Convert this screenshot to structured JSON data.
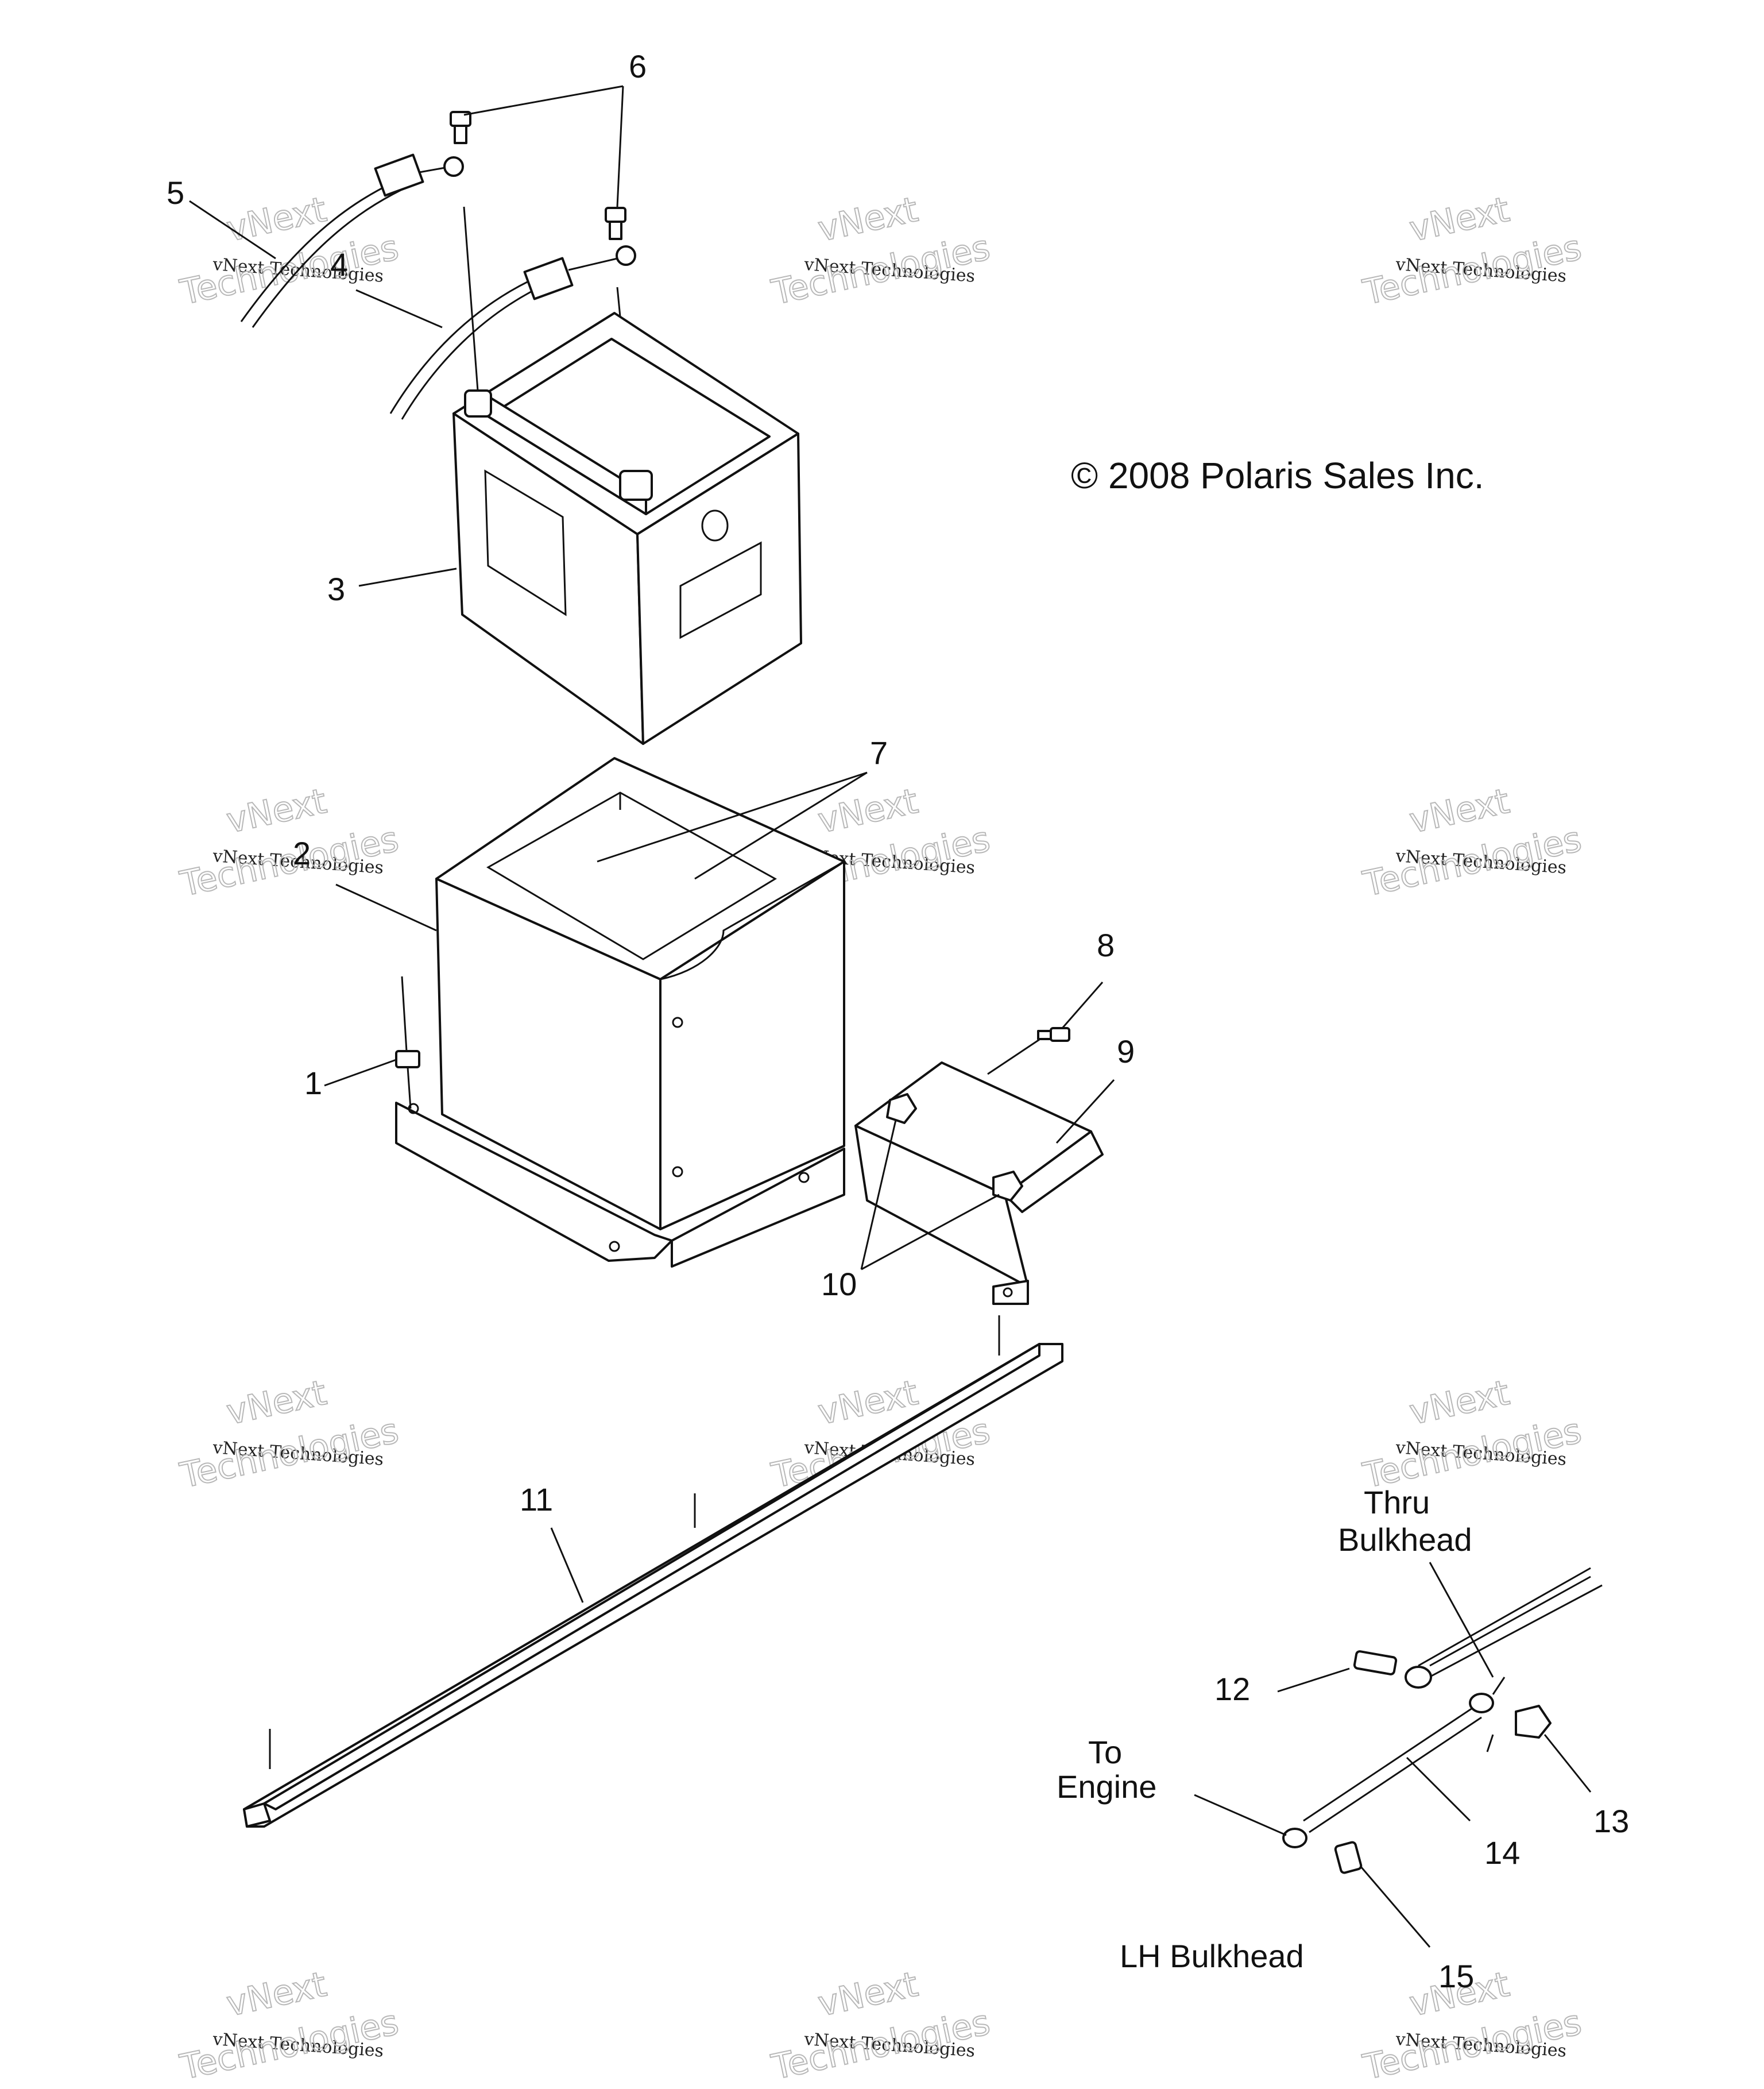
{
  "copyright": "© 2008 Polaris Sales Inc.",
  "watermark": {
    "line1": "vNext Technologies",
    "line2": "Technologies",
    "line0": "vNext"
  },
  "callouts": [
    "1",
    "2",
    "3",
    "4",
    "5",
    "6",
    "7",
    "8",
    "9",
    "10",
    "11",
    "12",
    "13",
    "14",
    "15"
  ],
  "notes": {
    "thru": "Thru",
    "bulkhead": "Bulkhead",
    "to": "To",
    "engine": "Engine",
    "lh_bulkhead": "LH Bulkhead"
  },
  "colors": {
    "line": "#111111",
    "watermark": "#b8b8b8",
    "background": "#ffffff"
  }
}
